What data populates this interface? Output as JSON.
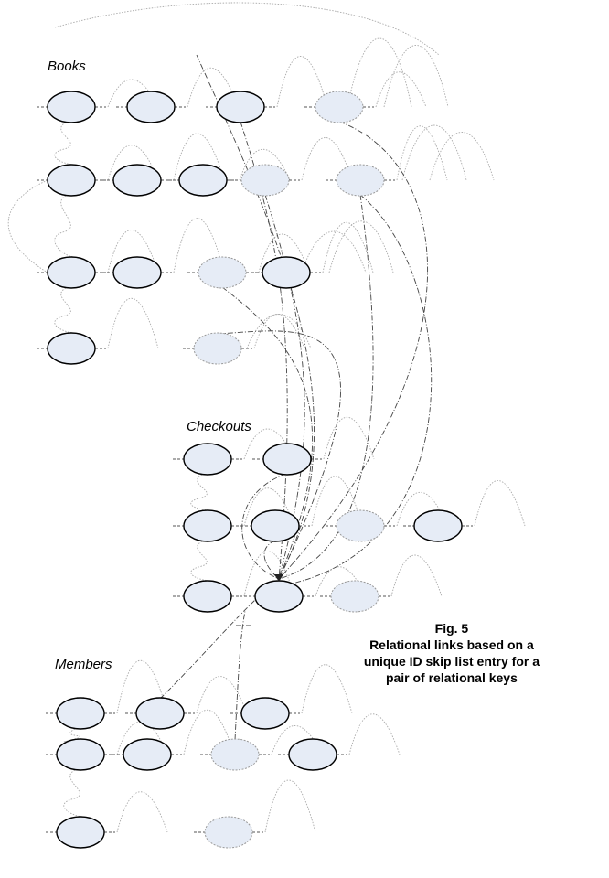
{
  "groups": {
    "books": "Books",
    "checkouts": "Checkouts",
    "members": "Members"
  },
  "caption": {
    "fig": "Fig. 5",
    "line1": "Relational links based on a",
    "line2": "unique ID skip list entry for a",
    "line3": "pair of relational keys"
  },
  "colors": {
    "node_fill": "#e6ecf6",
    "node_stroke": "#000000",
    "link": "#444444",
    "pointer": "#aaaaaa"
  }
}
